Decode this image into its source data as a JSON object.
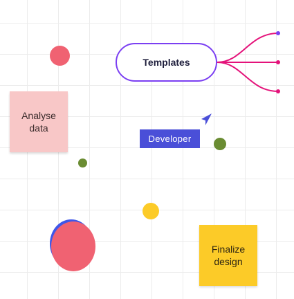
{
  "canvas": {
    "background": "#ffffff",
    "grid_color": "#ececec"
  },
  "stickies": {
    "analyse": {
      "text": "Analyse\ndata",
      "color": "#f8c7c7"
    },
    "finalize": {
      "text": "Finalize\ndesign",
      "color": "#fccb28"
    }
  },
  "mindmap": {
    "root_label": "Templates",
    "border_color": "#7b3ff2",
    "branch_color": "#e4127a",
    "branch_count": 3
  },
  "tag": {
    "label": "Developer",
    "color": "#4a4fd8"
  },
  "cursor": {
    "icon": "cursor-arrow-icon",
    "color": "#4a4fd8"
  },
  "shapes": {
    "colors": {
      "red": "#f06272",
      "green": "#6a8c32",
      "yellow": "#fccb28",
      "blue": "#3f57e8"
    }
  }
}
